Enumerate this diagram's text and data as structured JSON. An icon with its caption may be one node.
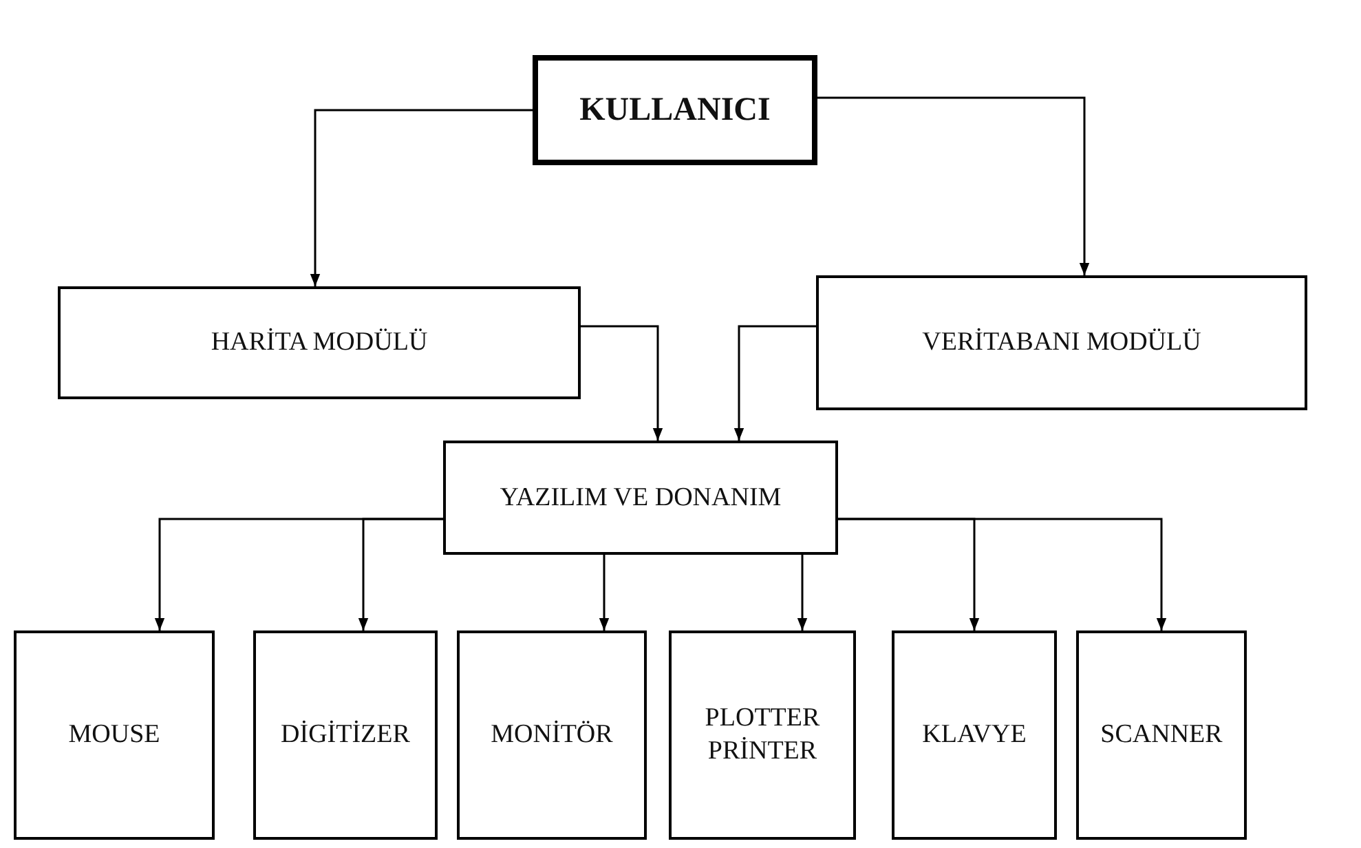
{
  "diagram": {
    "nodes": [
      {
        "text": [
          "KULLANICI"
        ]
      },
      {
        "text": [
          "HARİTA MODÜLÜ"
        ]
      },
      {
        "text": [
          "VERİTABANI MODÜLÜ"
        ]
      },
      {
        "text": [
          "YAZILIM VE DONANIM"
        ]
      },
      {
        "text": [
          "MOUSE"
        ]
      },
      {
        "text": [
          "DİGİTİZER"
        ]
      },
      {
        "text": [
          "MONİTÖR"
        ]
      },
      {
        "text": [
          "PLOTTER PRİNTER"
        ]
      },
      {
        "text": [
          "KLAVYE"
        ]
      },
      {
        "text": [
          "SCANNER"
        ]
      }
    ],
    "edges": [
      {
        "from": 0,
        "to": 1,
        "arrow": "to"
      },
      {
        "from": 0,
        "to": 2,
        "arrow": "to"
      },
      {
        "from": 1,
        "to": 3,
        "arrow": "to"
      },
      {
        "from": 2,
        "to": 3,
        "arrow": "to"
      },
      {
        "from": 3,
        "to": 4,
        "arrow": "to"
      },
      {
        "from": 3,
        "to": 5,
        "arrow": "to"
      },
      {
        "from": 3,
        "to": 6,
        "arrow": "to"
      },
      {
        "from": 3,
        "to": 7,
        "arrow": "to"
      },
      {
        "from": 3,
        "to": 8,
        "arrow": "to"
      },
      {
        "from": 3,
        "to": 9,
        "arrow": "to"
      }
    ]
  }
}
